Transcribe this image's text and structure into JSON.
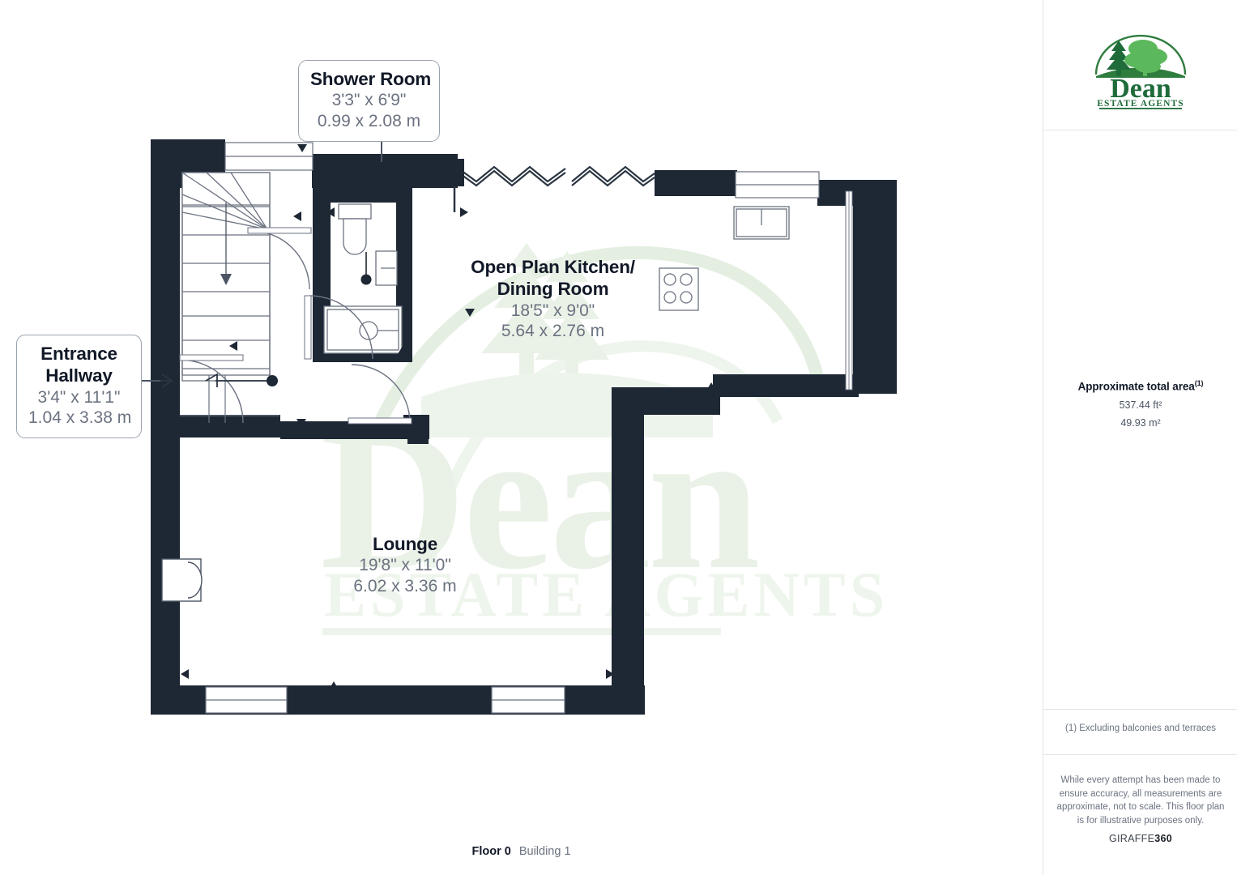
{
  "document": {
    "type": "floor-plan",
    "floor_caption_bold": "Floor 0",
    "floor_caption_building": "Building 1"
  },
  "brand": {
    "name": "Dean",
    "tagline": "ESTATE AGENTS",
    "logo_color": "#1f6b3a",
    "logo_accent": "#5cb85c",
    "watermark_name": "Dean",
    "watermark_tagline": "ESTATE AGENTS",
    "watermark_color": "#e8f0e6"
  },
  "plan": {
    "wall_color": "#1e2734",
    "fixture_stroke": "#4b5563",
    "background": "#ffffff",
    "rooms": [
      {
        "id": "shower-room",
        "name": "Shower Room",
        "dim_imperial": "3'3\" x 6'9\"",
        "dim_metric": "0.99 x 2.08 m",
        "boxed": true
      },
      {
        "id": "entrance-hallway",
        "name": "Entrance Hallway",
        "name_line1": "Entrance",
        "name_line2": "Hallway",
        "dim_imperial": "3'4\" x 11'1\"",
        "dim_metric": "1.04 x 3.38 m",
        "boxed": true
      },
      {
        "id": "open-plan-kitchen-dining-room",
        "name": "Open Plan Kitchen/ Dining Room",
        "name_line1": "Open Plan Kitchen/",
        "name_line2": "Dining Room",
        "dim_imperial": "18'5\" x 9'0\"",
        "dim_metric": "5.64 x 2.76 m",
        "boxed": false
      },
      {
        "id": "lounge",
        "name": "Lounge",
        "dim_imperial": "19'8\" x 11'0\"",
        "dim_metric": "6.02 x 3.36 m",
        "boxed": false
      }
    ],
    "fixtures": [
      {
        "id": "staircase",
        "label": "staircase"
      },
      {
        "id": "toilet",
        "label": "toilet"
      },
      {
        "id": "wash-basin",
        "label": "wash-basin"
      },
      {
        "id": "shower-tray",
        "label": "shower-tray"
      },
      {
        "id": "kitchen-sink",
        "label": "kitchen-sink"
      },
      {
        "id": "hob",
        "label": "hob"
      },
      {
        "id": "fireplace",
        "label": "fireplace"
      }
    ]
  },
  "sidebar": {
    "area_title": "Approximate total area",
    "area_title_sup": "(1)",
    "area_sqft": "537.44 ft²",
    "area_sqm": "49.93 m²",
    "footnote": "(1) Excluding balconies and terraces",
    "disclaimer": "While every attempt has been made to ensure accuracy, all measurements are approximate, not to scale. This floor plan is for illustrative purposes only.",
    "provider_prefix": "GIRAFFE",
    "provider_suffix": "360"
  }
}
